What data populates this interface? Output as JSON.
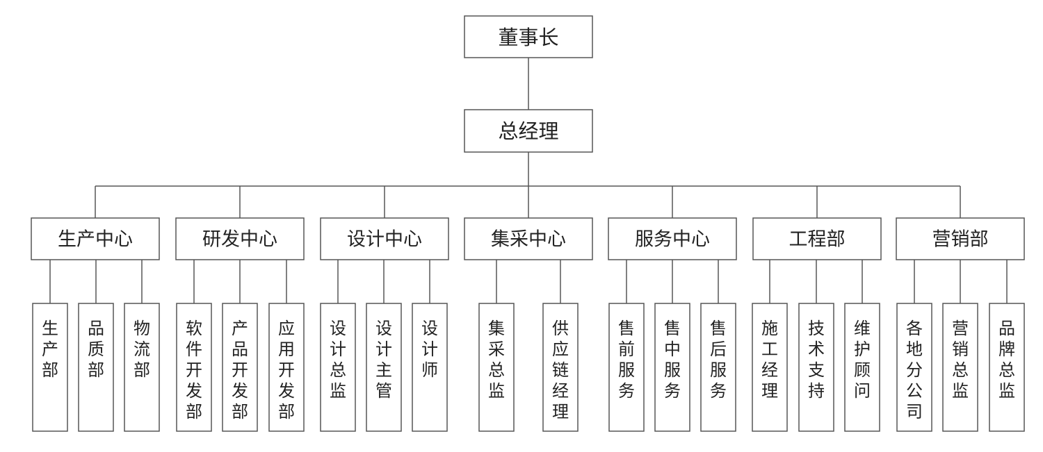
{
  "chart": {
    "chairman": "董事长",
    "gm": "总经理",
    "departments": [
      {
        "label": "生产中心",
        "children": [
          "生产部",
          "品质部",
          "物流部"
        ]
      },
      {
        "label": "研发中心",
        "children": [
          "软件开发部",
          "产品开发部",
          "应用开发部"
        ]
      },
      {
        "label": "设计中心",
        "children": [
          "设计总监",
          "设计主管",
          "设计师"
        ]
      },
      {
        "label": "集采中心",
        "children": [
          "集采总监",
          "供应链经理"
        ]
      },
      {
        "label": "服务中心",
        "children": [
          "售前服务",
          "售中服务",
          "售后服务"
        ]
      },
      {
        "label": "工程部",
        "children": [
          "施工经理",
          "技术支持",
          "维护顾问"
        ]
      },
      {
        "label": "营销部",
        "children": [
          "各地分公司",
          "营销总监",
          "品牌总监"
        ]
      }
    ]
  }
}
